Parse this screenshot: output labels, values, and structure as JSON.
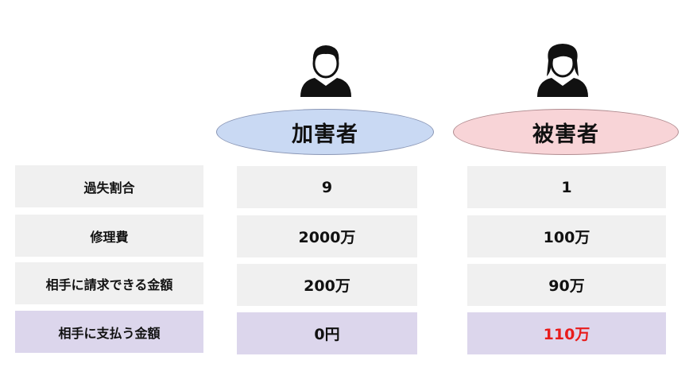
{
  "headers": {
    "offender": {
      "label": "加害者",
      "color": "#c9d9f3",
      "icon": "man-silhouette-icon"
    },
    "victim": {
      "label": "被害者",
      "color": "#f8d4d7",
      "icon": "woman-silhouette-icon"
    }
  },
  "rows": [
    {
      "label": "過失割合",
      "offender": "9",
      "victim": "1"
    },
    {
      "label": "修理費",
      "offender": "2000万",
      "victim": "100万"
    },
    {
      "label": "相手に請求できる金額",
      "offender": "200万",
      "victim": "90万"
    },
    {
      "label": "相手に支払う金額",
      "offender": "0円",
      "victim": "110万"
    }
  ],
  "colors": {
    "row_bg": "#f0f0f0",
    "highlight_bg": "#dcd6ec",
    "highlight_text": "#e81c1c"
  }
}
